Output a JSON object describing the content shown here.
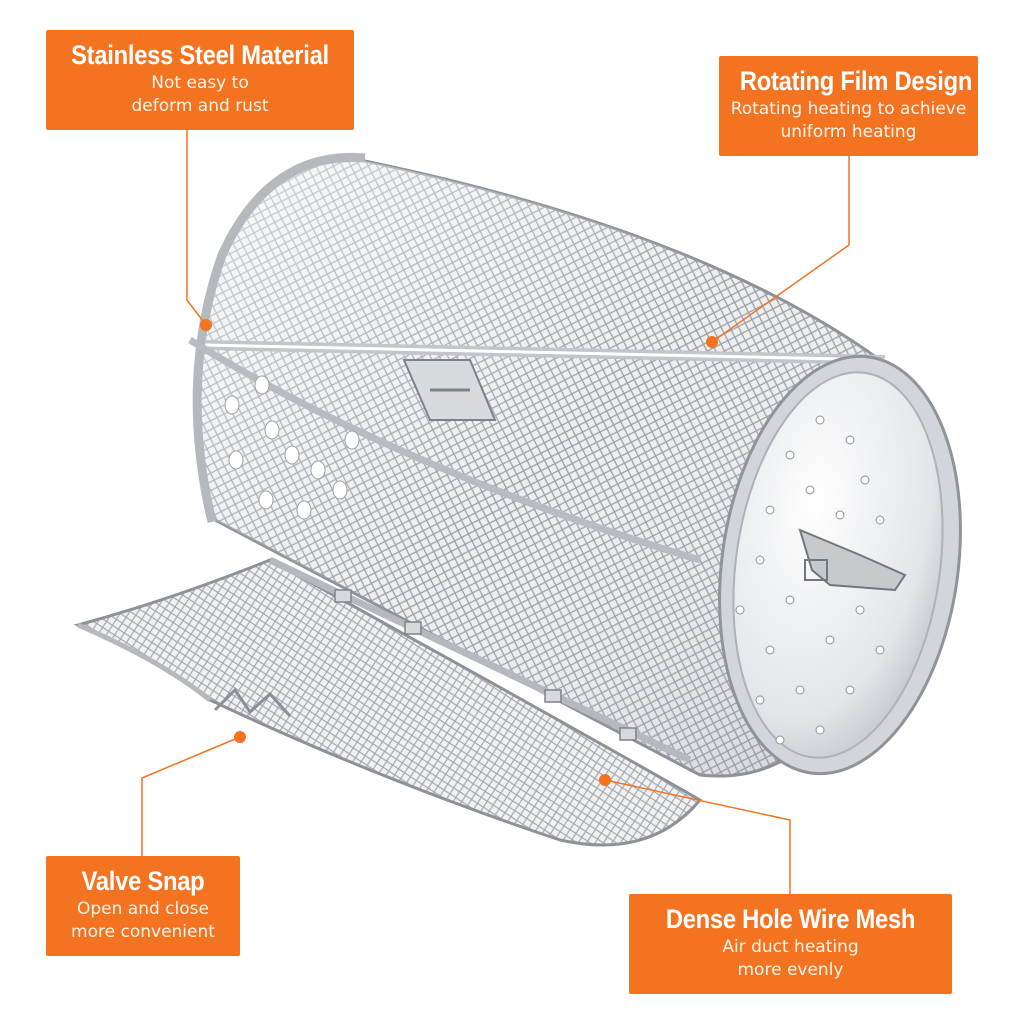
{
  "colors": {
    "accent": "#f37321",
    "steel": "#c9ccd0",
    "steel_dark": "#8d9298"
  },
  "callouts": {
    "stainless": {
      "title": "Stainless Steel Material",
      "lines": [
        "Not easy to",
        "deform and rust"
      ]
    },
    "rotating": {
      "title": "Rotating Film Design",
      "lines": [
        "Rotating heating to achieve",
        "uniform heating"
      ]
    },
    "valve": {
      "title": "Valve Snap",
      "lines": [
        "Open and close",
        "more convenient"
      ]
    },
    "mesh": {
      "title": "Dense Hole Wire Mesh",
      "lines": [
        "Air duct heating",
        "more evenly"
      ]
    }
  }
}
